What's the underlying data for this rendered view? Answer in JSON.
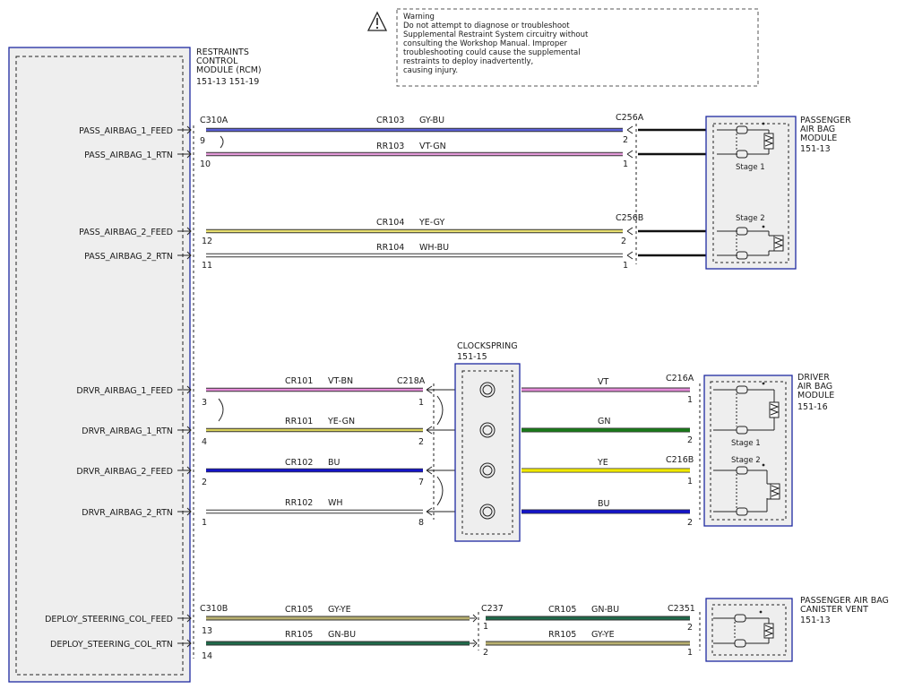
{
  "warning": {
    "lines": [
      "Warning",
      "Do not attempt to diagnose or troubleshoot",
      "Supplemental Restraint System circuitry without",
      "consulting the Workshop Manual. Improper",
      "troubleshooting could cause the supplemental",
      "restraints to deploy inadvertently,",
      "causing injury."
    ]
  },
  "rcm": {
    "title_lines": [
      "RESTRAINTS",
      "CONTROL",
      "MODULE (RCM)",
      "151-13     151-19"
    ]
  },
  "pins": [
    "PASS_AIRBAG_1_FEED",
    "PASS_AIRBAG_1_RTN",
    "PASS_AIRBAG_2_FEED",
    "PASS_AIRBAG_2_RTN",
    "DRVR_AIRBAG_1_FEED",
    "DRVR_AIRBAG_1_RTN",
    "DRVR_AIRBAG_2_FEED",
    "DRVR_AIRBAG_2_RTN",
    "DEPLOY_STEERING_COL_FEED",
    "DEPLOY_STEERING_COL_RTN"
  ],
  "connectors": {
    "c310a": "C310A",
    "c256a": "C256A",
    "c256b": "C256B",
    "c218a": "C218A",
    "c216a": "C216A",
    "c216b": "C216B",
    "c310b": "C310B",
    "c237": "C237",
    "c2351": "C2351"
  },
  "wires": [
    {
      "circuit": "CR103",
      "color": "GY-BU",
      "pin_left": "9",
      "pin_right": "2"
    },
    {
      "circuit": "RR103",
      "color": "VT-GN",
      "pin_left": "10",
      "pin_right": "1"
    },
    {
      "circuit": "CR104",
      "color": "YE-GY",
      "pin_left": "12",
      "pin_right": "2"
    },
    {
      "circuit": "RR104",
      "color": "WH-BU",
      "pin_left": "11",
      "pin_right": "1"
    },
    {
      "circuit": "CR101",
      "color": "VT-BN",
      "pin_left": "3",
      "pin_right": "1"
    },
    {
      "circuit": "RR101",
      "color": "YE-GN",
      "pin_left": "4",
      "pin_right": "2"
    },
    {
      "circuit": "CR102",
      "color": "BU",
      "pin_left": "2",
      "pin_right": "7"
    },
    {
      "circuit": "RR102",
      "color": "WH",
      "pin_left": "1",
      "pin_right": "8"
    }
  ],
  "clockspring": {
    "title": "CLOCKSPRING",
    "ref": "151-15",
    "outputs": [
      {
        "color": "VT",
        "pin": "1"
      },
      {
        "color": "GN",
        "pin": "2"
      },
      {
        "color": "YE",
        "pin": "1"
      },
      {
        "color": "BU",
        "pin": "2"
      }
    ]
  },
  "steering": [
    {
      "circuit": "CR105",
      "color": "GY-YE",
      "pin": "13"
    },
    {
      "circuit": "RR105",
      "color": "GN-BU",
      "pin": "14"
    }
  ],
  "steering_right": [
    {
      "circuit": "CR105",
      "color": "GN-BU",
      "pin_left": "1",
      "pin_right": "2"
    },
    {
      "circuit": "RR105",
      "color": "GY-YE",
      "pin_left": "2",
      "pin_right": "1"
    }
  ],
  "modules": {
    "passenger": {
      "lines": [
        "PASSENGER",
        "AIR BAG",
        "MODULE",
        "151-13"
      ],
      "stage1": "Stage 1",
      "stage2": "Stage 2"
    },
    "driver": {
      "lines": [
        "DRIVER",
        "AIR BAG",
        "MODULE",
        "151-16"
      ],
      "stage1": "Stage 1",
      "stage2": "Stage 2"
    },
    "canister": {
      "lines": [
        "PASSENGER AIR BAG",
        "CANISTER VENT",
        "151-13"
      ]
    }
  },
  "wire_colors": {
    "gy_bu": "#5a5fd8",
    "vt_gn": "#e39ad8",
    "ye_gy": "#e8e070",
    "wh_bu": "#ffffff",
    "vt_bn": "#e58ad8",
    "ye_gn": "#d8d05a",
    "bu": "#1414c8",
    "wh": "#ffffff",
    "vt": "#e58ad8",
    "gn": "#1a7a1a",
    "ye": "#f0e800",
    "gy_ye": "#b8b070",
    "gn_bu": "#1f6a4a"
  }
}
